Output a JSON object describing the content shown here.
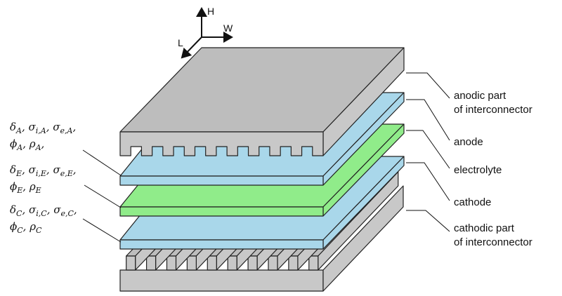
{
  "axes": {
    "h": "H",
    "w": "W",
    "l": "L"
  },
  "labels": {
    "anodic_line1": "anodic part",
    "anodic_line2": "of interconnector",
    "anode": "anode",
    "electrolyte": "electrolyte",
    "cathode": "cathode",
    "cathodic_line1": "cathodic part",
    "cathodic_line2": "of interconnector"
  },
  "params": {
    "anode": {
      "d": "δ",
      "si": "σ",
      "se": "σ",
      "phi": "ϕ",
      "rho": "ρ",
      "sub": "A",
      "sub_i": "i,A",
      "sub_e": "e,A"
    },
    "electrolyte": {
      "d": "δ",
      "si": "σ",
      "se": "σ",
      "phi": "ϕ",
      "rho": "ρ",
      "sub": "E",
      "sub_i": "i,E",
      "sub_e": "e,E"
    },
    "cathode": {
      "d": "δ",
      "si": "σ",
      "se": "σ",
      "phi": "ϕ",
      "rho": "ρ",
      "sub": "C",
      "sub_i": "i,C",
      "sub_e": "e,C"
    }
  },
  "colors": {
    "interconnector": "#c8c8c8",
    "interconnector_top": "#bdbdbd",
    "anode": "#a9d7ea",
    "electrolyte": "#90ec8a",
    "cathode": "#a9d7ea",
    "stroke": "#222222"
  }
}
